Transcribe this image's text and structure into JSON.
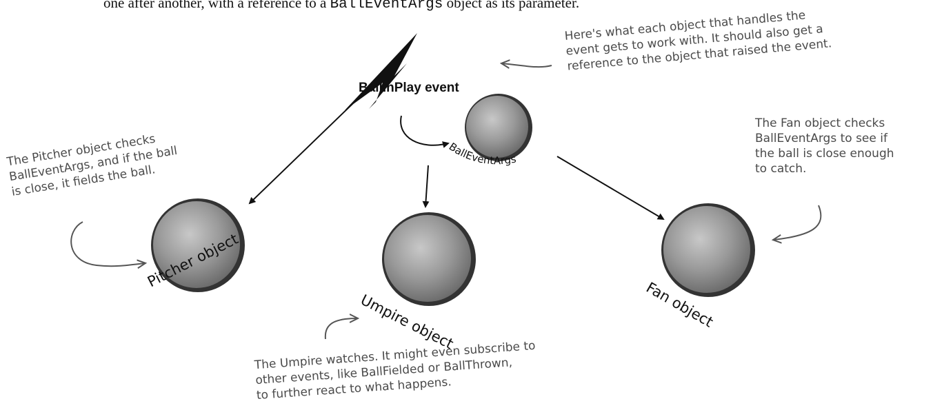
{
  "intro": {
    "text_before": "one after another, with a reference to a ",
    "code": "BallEventArgs",
    "text_after": " object as its parameter."
  },
  "event": {
    "label": "BallInPlay event"
  },
  "args": {
    "label": "BallEventArgs"
  },
  "objects": {
    "pitcher": "Pitcher object",
    "umpire": "Umpire object",
    "fan": "Fan object"
  },
  "notes": {
    "top_right": "Here's what each object that handles the\nevent gets to work with. It should also get a\nreference to the object that raised the event.",
    "pitcher": "The Pitcher object checks\nBallEventArgs, and if the ball\nis close, it fields the ball.",
    "fan": "The Fan object checks\nBallEventArgs to see if\nthe ball is close enough\nto catch.",
    "umpire": "The Umpire watches. It might even subscribe to\nother events, like BallFielded or BallThrown,\nto further react to what happens."
  },
  "colors": {
    "ink": "#111111",
    "note_ink": "#4a4a4a",
    "ball": "#8a8a8a"
  }
}
